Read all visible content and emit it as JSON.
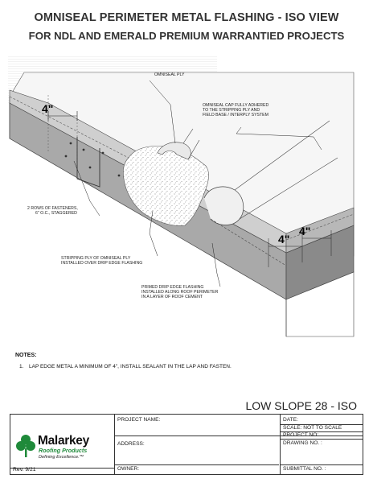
{
  "title": {
    "line1": "OMNISEAL PERIMETER METAL FLASHING - ISO VIEW",
    "line2": "FOR NDL AND EMERALD PREMIUM WARRANTIED PROJECTS"
  },
  "callouts": {
    "omniseal_ply": "OMNISEAL PLY",
    "cap": [
      "OMNISEAL CAP FULLY ADHERED",
      "TO THE STRIPPING PLY AND",
      "FIELD BASE / INTERPLY SYSTEM"
    ],
    "fasteners": [
      "2 ROWS OF FASTENERS,",
      "6\" O.C., STAGGERED"
    ],
    "stripping": [
      "STRIPPING PLY OF OMNISEAL PLY",
      "INSTALLED OVER DRIP EDGE FLASHING"
    ],
    "drip_edge": [
      "PRIMED DRIP EDGE FLASHING",
      "INSTALLED ALONG ROOF PERIMETER",
      "IN A LAYER OF ROOF CEMENT"
    ]
  },
  "dimensions": {
    "left": "4\"",
    "right_a": "4\"",
    "right_b": "4\""
  },
  "notes": {
    "heading": "NOTES:",
    "items": [
      {
        "num": "1.",
        "text": "LAP EDGE METAL A MINIMUM OF 4\", INSTALL SEALANT IN THE LAP AND FASTEN."
      }
    ]
  },
  "sheet_name": "LOW SLOPE 28 - ISO",
  "title_block": {
    "project_name": "PROJECT NAME:",
    "address": "ADDRESS:",
    "owner": "OWNER:",
    "date": "DATE:",
    "scale": "SCALE:  NOT TO SCALE",
    "project_no": "PROJECT NO:",
    "drawing_no": "DRAWING NO. :",
    "submittal_no": "SUBMITTAL NO. :",
    "rev": "Rev. 9/21"
  },
  "logo": {
    "name": "Malarkey",
    "sub": "Roofing Products",
    "tagline": "Defining Excellence.™"
  }
}
